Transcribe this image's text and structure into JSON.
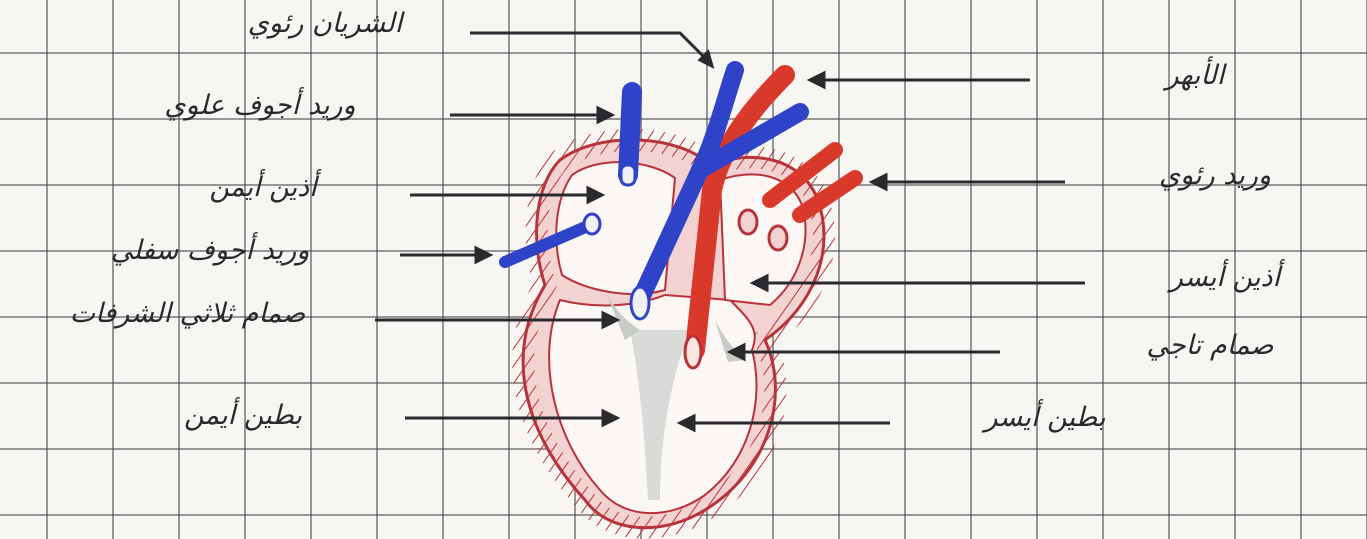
{
  "colors": {
    "grid": "#4a4a4f",
    "ink": "#2a2a2e",
    "heart_outline": "#b8323a",
    "heart_fill": "#f0c9c9",
    "vein_blue": "#2e43c8",
    "artery_red": "#d8392b"
  },
  "labels": {
    "left": {
      "superior_vena_cava": "وريد أجوف علوي",
      "right_atrium": "أذين أيمن",
      "inferior_vena_cava": "وريد أجوف سفلي",
      "tricuspid_valve": "صمام ثلاثي الشرفات",
      "right_ventricle": "بطين أيمن"
    },
    "right": {
      "aorta": "الأبهر",
      "pulmonary_vein": "وريد رئوي",
      "left_atrium": "أذين أيسر",
      "mitral_valve": "صمام تاجي",
      "left_ventricle": "بطين أيسر"
    },
    "top": {
      "pulmonary_artery": "الشريان رئوي"
    }
  }
}
